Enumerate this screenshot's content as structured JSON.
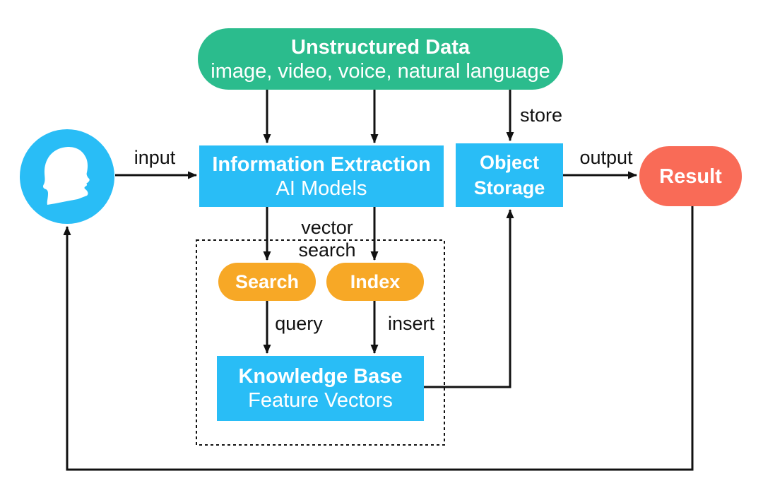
{
  "diagram": {
    "background": "#ffffff",
    "colors": {
      "green": "#2bbc8d",
      "blue": "#29bdf6",
      "orange": "#f7a826",
      "coral": "#f96b57",
      "line": "#111111"
    },
    "nodes": {
      "unstructured_data": {
        "title": "Unstructured Data",
        "subtitle": "image, video, voice, natural language"
      },
      "information_extraction": {
        "title": "Information Extraction",
        "subtitle": "AI Models"
      },
      "object_storage": {
        "title": "Object Storage"
      },
      "result": {
        "title": "Result"
      },
      "search": {
        "title": "Search"
      },
      "index": {
        "title": "Index"
      },
      "knowledge_base": {
        "title": "Knowledge Base",
        "subtitle": "Feature Vectors"
      }
    },
    "edge_labels": {
      "input": "input",
      "store": "store",
      "output": "output",
      "vector_search": "vector search",
      "query": "query",
      "insert": "insert"
    },
    "icons": {
      "user_icon": "head-profile-icon"
    }
  }
}
